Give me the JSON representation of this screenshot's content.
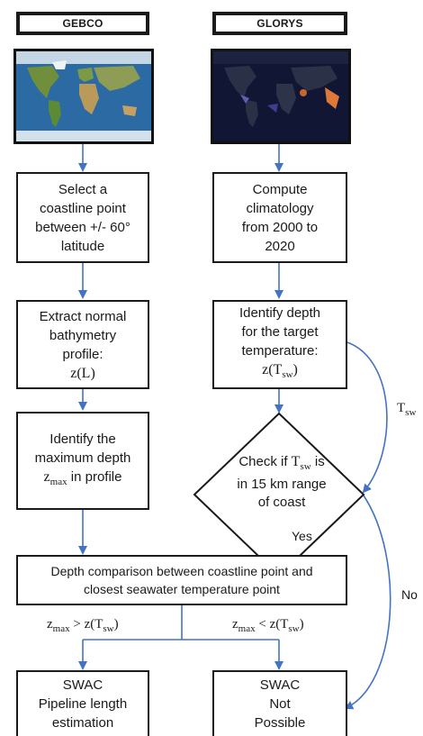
{
  "sources": {
    "left_title": "GEBCO",
    "right_title": "GLORYS"
  },
  "left_column": {
    "step1": [
      "Select a",
      "coastline point",
      "between +/- 60°",
      "latitude"
    ],
    "step2": [
      "Extract normal",
      "bathymetry",
      "profile:"
    ],
    "step2_math": "z(L)",
    "step3": [
      "Identify the",
      "maximum depth"
    ],
    "step3_math_var": "z",
    "step3_math_sub": "max",
    "step3_suffix": " in profile"
  },
  "right_column": {
    "step1": [
      "Compute",
      "climatology",
      "from 2000 to",
      "2020"
    ],
    "step2": [
      "Identify depth",
      "for the target",
      "temperature:"
    ],
    "step2_math_var": "z(T",
    "step2_math_sub": "sw",
    "step2_math_close": ")",
    "decision_prefix": "Check if ",
    "decision_var": "T",
    "decision_sub": "sw",
    "decision_suffix": " is",
    "decision_lines": [
      "in 15 km range",
      "of coast"
    ]
  },
  "arrows": {
    "tsw_var": "T",
    "tsw_sub": "sw",
    "yes": "Yes",
    "no": "No"
  },
  "comparison": {
    "line1": "Depth comparison between coastline point and",
    "line2": "closest seawater temperature point",
    "left_cond_a": "z",
    "left_cond_a_sub": "max",
    "left_cond_op": " > z(T",
    "left_cond_b_sub": "sw",
    "left_cond_close": ")",
    "right_cond_a": "z",
    "right_cond_a_sub": "max",
    "right_cond_op": " < z(T",
    "right_cond_b_sub": "sw",
    "right_cond_close": ")"
  },
  "outcomes": {
    "left": [
      "SWAC",
      "Pipeline length",
      "estimation"
    ],
    "right": [
      "SWAC",
      "Not",
      "Possible"
    ]
  },
  "colors": {
    "arrow": "#4472c4",
    "border": "#1a1a1a"
  },
  "icons": [
    "gebco-world-map",
    "glorys-world-map"
  ]
}
